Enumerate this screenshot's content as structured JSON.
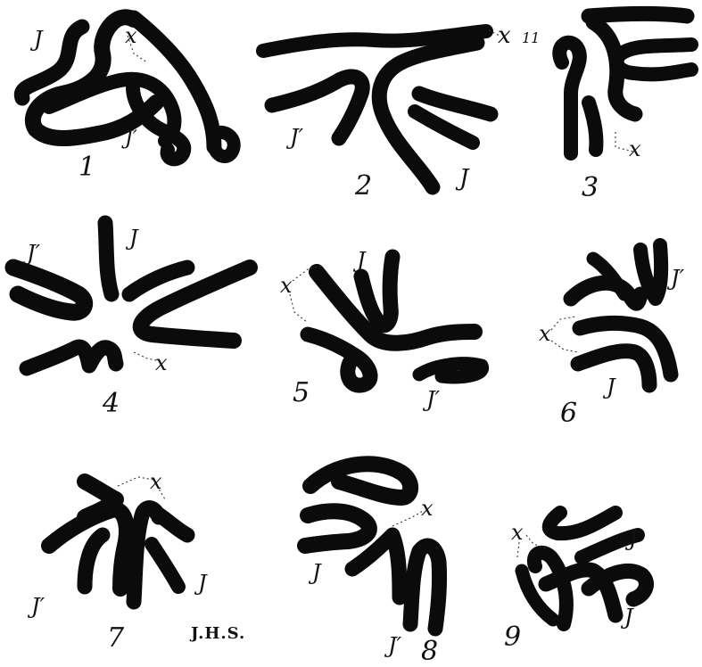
{
  "figures": [
    {
      "number": "1",
      "labels": {
        "x": "x",
        "j": "J",
        "j_prime": "J′"
      }
    },
    {
      "number": "2",
      "labels": {
        "x": "x",
        "extra": "11",
        "j": "J",
        "j_prime": "J′"
      }
    },
    {
      "number": "3",
      "labels": {
        "x": "x"
      }
    },
    {
      "number": "4",
      "labels": {
        "x": "x",
        "j": "J",
        "j_prime": "J′"
      }
    },
    {
      "number": "5",
      "labels": {
        "x": "x",
        "j": "J",
        "j_prime": "J′"
      }
    },
    {
      "number": "6",
      "labels": {
        "x": "x",
        "j": "J",
        "j_prime": "J′"
      }
    },
    {
      "number": "7",
      "labels": {
        "x": "x",
        "j": "J",
        "j_prime": "J′"
      }
    },
    {
      "number": "8",
      "labels": {
        "x": "x",
        "j": "J",
        "j_prime": "J′"
      }
    },
    {
      "number": "9",
      "labels": {
        "x": "x",
        "j": "J",
        "j_prime": "J′"
      }
    }
  ],
  "signature": "J.H.S.",
  "colors": {
    "ink": "#0b0b0b",
    "paper": "#ffffff"
  }
}
